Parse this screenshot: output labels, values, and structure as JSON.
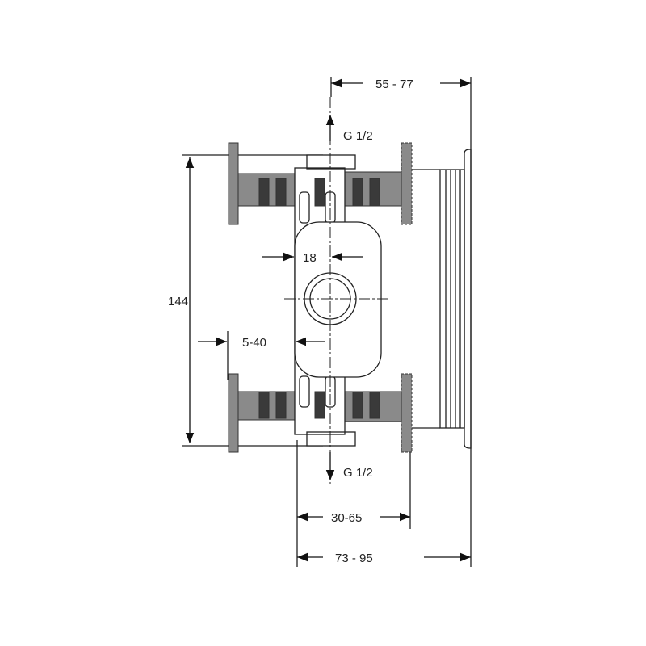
{
  "diagram": {
    "dimensions": {
      "top_width": "55 - 77",
      "outlet_top": "G 1/2",
      "outlet_bottom": "G 1/2",
      "height": "144",
      "center_offset": "18",
      "wall_range": "5-40",
      "mid_depth": "30-65",
      "total_depth": "73 - 95"
    },
    "colors": {
      "line": "#222222",
      "fill_gray": "#8a8a8a",
      "fill_dark": "#3a3a3a"
    }
  }
}
